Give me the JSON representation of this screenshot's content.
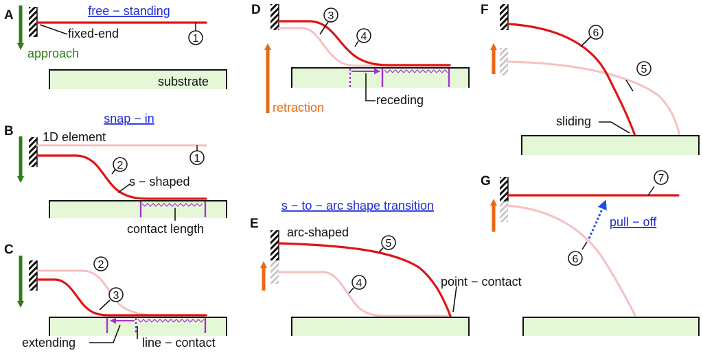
{
  "panels": {
    "A": {
      "letter": "A",
      "title": "free − standing",
      "fixed_end": "fixed-end",
      "approach": "approach",
      "substrate": "substrate",
      "n1": "1"
    },
    "B": {
      "letter": "B",
      "title": "snap − in",
      "element": "1D element",
      "s_shaped": "s − shaped",
      "contact_length": "contact length",
      "n1": "1",
      "n2": "2"
    },
    "C": {
      "letter": "C",
      "extending": "extending",
      "line_contact": "line − contact",
      "n2": "2",
      "n3": "3"
    },
    "D": {
      "letter": "D",
      "retraction": "retraction",
      "receding": "receding",
      "n3": "3",
      "n4": "4"
    },
    "E": {
      "letter": "E",
      "title": "s − to − arc shape transition",
      "arc_shaped": "arc-shaped",
      "point_contact": "point − contact",
      "n4": "4",
      "n5": "5"
    },
    "F": {
      "letter": "F",
      "sliding": "sliding",
      "n5": "5",
      "n6": "6"
    },
    "G": {
      "letter": "G",
      "pull_off": "pull − off",
      "n6": "6",
      "n7": "7"
    }
  },
  "colors": {
    "beam": "#e01414",
    "ghost": "#f6c0c0",
    "substrate": "#e4f8d8",
    "contact": "#a632d0",
    "approach": "#2e7d1a",
    "retraction": "#ea6a12",
    "title": "#1f2bd1",
    "pulloff": "#1f4fe0"
  }
}
